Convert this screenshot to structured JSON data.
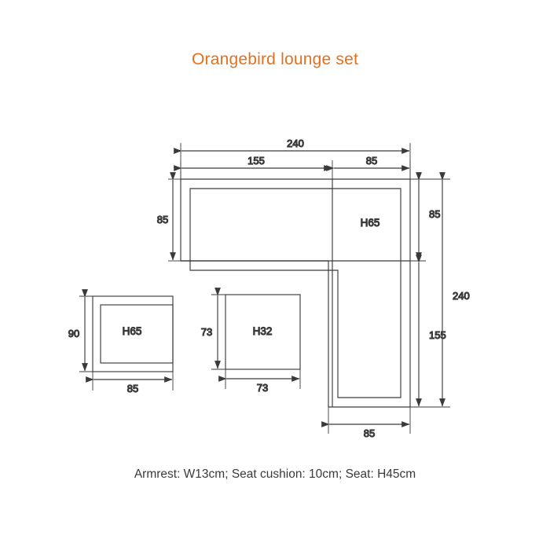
{
  "title": "Orangebird lounge set",
  "caption": "Armrest: W13cm; Seat cushion: 10cm; Seat: H45cm",
  "colors": {
    "title": "#E4701E",
    "line": "#3a3a3a",
    "text": "#2b2b2b",
    "background": "#ffffff"
  },
  "diagram": {
    "type": "technical-dimension-drawing",
    "units": "cm",
    "parts": [
      {
        "name": "corner-sofa",
        "shape": "L-shape",
        "height_label": "H65",
        "dimensions": {
          "overall_width": "240",
          "long_section_width": "155",
          "corner_section_width": "85",
          "long_section_depth": "85",
          "overall_depth": "240",
          "leg_length": "155",
          "leg_width": "85",
          "corner_depth": "85"
        }
      },
      {
        "name": "armchair",
        "shape": "rectangle",
        "height_label": "H65",
        "dimensions": {
          "depth": "90",
          "width": "85"
        }
      },
      {
        "name": "coffee-table",
        "shape": "square",
        "height_label": "H32",
        "dimensions": {
          "depth": "73",
          "width": "73"
        }
      }
    ]
  },
  "dims": {
    "sofa_top_overall": "240",
    "sofa_top_long": "155",
    "sofa_top_corner": "85",
    "sofa_left_depth": "85",
    "sofa_right_corner_depth": "85",
    "sofa_right_leg": "155",
    "sofa_right_overall": "240",
    "sofa_leg_width": "85",
    "chair_depth": "90",
    "chair_width": "85",
    "table_depth": "73",
    "table_width": "73"
  },
  "labels": {
    "sofa_height": "H65",
    "chair_height": "H65",
    "table_height": "H32"
  }
}
